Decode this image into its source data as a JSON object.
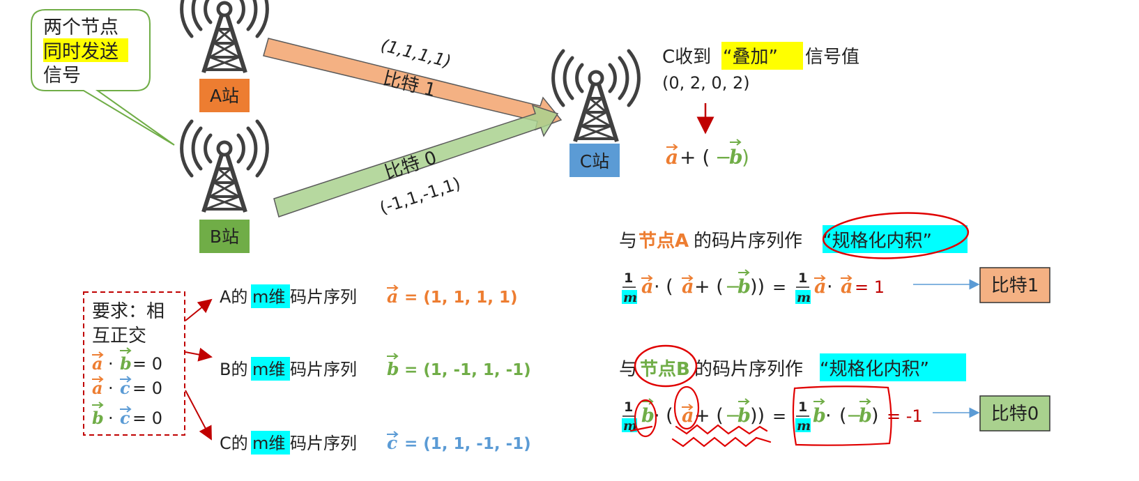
{
  "colors": {
    "orange": "#ED7D31",
    "green": "#70AD47",
    "blue": "#5B9BD5",
    "red": "#C00000",
    "cyan": "#00FFFF",
    "yellow": "#FFFF00",
    "tower": "#404040"
  },
  "callout": {
    "line1": "两个节点",
    "line2": "同时发送",
    "line3": "信号"
  },
  "stations": {
    "a_label": "A站",
    "b_label": "B站",
    "c_label": "C站"
  },
  "arrows": {
    "a_seq": "(1,1,1,1)",
    "a_bit": "比特 1",
    "b_seq": "(-1,1,-1,1)",
    "b_bit": "比特 0"
  },
  "receive": {
    "prefix": "C收到",
    "highlight": "“叠加”",
    "suffix": "信号值",
    "value": "(0, 2, 0, 2)",
    "vec_a": "a",
    "plus": " + (",
    "neg": "−",
    "vec_b": "b",
    "close": ")"
  },
  "requirement": {
    "line1": "要求：相",
    "line2": "互正交",
    "dot": "·",
    "eq": " = 0",
    "va": "a",
    "vb": "b",
    "vc": "c"
  },
  "sequences": [
    {
      "pre": "A的",
      "hl": "m维",
      "post": "码片序列",
      "var": "a",
      "val": "= (1, 1, 1, 1)"
    },
    {
      "pre": "B的",
      "hl": "m维",
      "post": "码片序列",
      "var": "b",
      "val": "= (1, -1, 1, -1)"
    },
    {
      "pre": "C的",
      "hl": "m维",
      "post": "码片序列",
      "var": "c",
      "val": "= (1, 1, -1, -1)"
    }
  ],
  "inner_a": {
    "title_pre": "与",
    "title_node": "节点A",
    "title_post": "的码片序列作",
    "title_hl": "“规格化内积”",
    "frac_num": "1",
    "frac_den": "m",
    "result": "= 1",
    "box": "比特1"
  },
  "inner_b": {
    "title_pre": "与",
    "title_node": "节点B",
    "title_post": "的码片序列作",
    "title_hl": "“规格化内积”",
    "frac_num": "1",
    "frac_den": "m",
    "result": "= -1",
    "box": "比特0"
  },
  "math": {
    "dot": " · (",
    "plus": " +  (",
    "neg": "−",
    "close": "))",
    "eq": " = ",
    "dot2": " · ",
    "lp": "(",
    "rp": ")"
  }
}
